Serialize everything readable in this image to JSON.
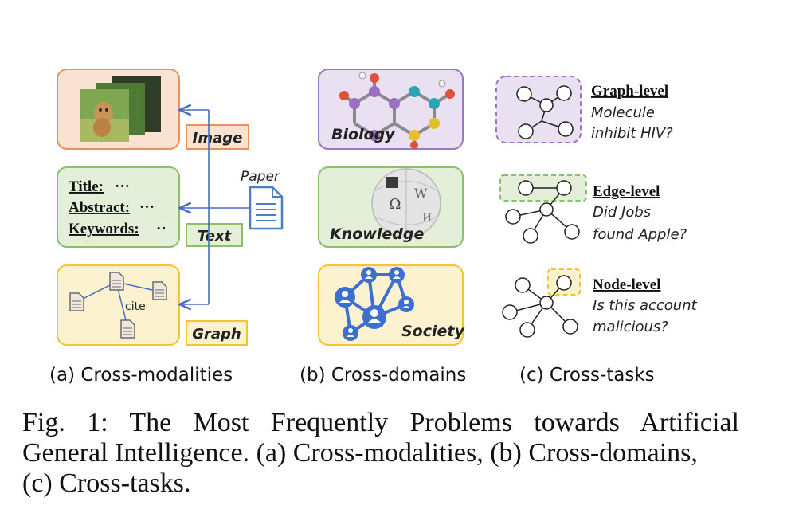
{
  "modalities": {
    "image_label": "Image",
    "text_label": "Text",
    "graph_label": "Graph",
    "paper_label": "Paper",
    "cite_label": "cite",
    "text_fields": [
      "Title:",
      "Abstract:",
      "Keywords:"
    ],
    "text_ellipses": [
      "···",
      "···",
      "··"
    ],
    "subtitle": "(a) Cross-modalities"
  },
  "domains": {
    "biology_label": "Biology",
    "knowledge_label": "Knowledge",
    "society_label": "Society",
    "subtitle": "(b)  Cross-domains",
    "wiki_glyph": "Ω"
  },
  "tasks": {
    "graph_level": {
      "title": "Graph-level",
      "line1": "Molecule",
      "line2": "inhibit HIV?"
    },
    "edge_level": {
      "title": "Edge-level",
      "line1": "Did Jobs",
      "line2": "found Apple?"
    },
    "node_level": {
      "title": "Node-level",
      "line1": "Is this account",
      "line2": "malicious?"
    },
    "subtitle": "(c)  Cross-tasks"
  },
  "caption": {
    "line1": "Fig. 1: The Most Frequently Problems towards Artificial",
    "line2": "General Intelligence. (a) Cross-modalities, (b) Cross-domains,",
    "line3": "(c) Cross-tasks."
  },
  "colors": {
    "orange_border": "#e8925a",
    "orange_fill": "#fbe3d4",
    "green_border": "#8dbf6a",
    "green_fill": "#e3efd9",
    "yellow_border": "#f2c531",
    "yellow_fill": "#fdf2cf",
    "purple_border": "#9a78c2",
    "purple_fill": "#e9e0f2",
    "blue_line": "#4a6bc9"
  }
}
